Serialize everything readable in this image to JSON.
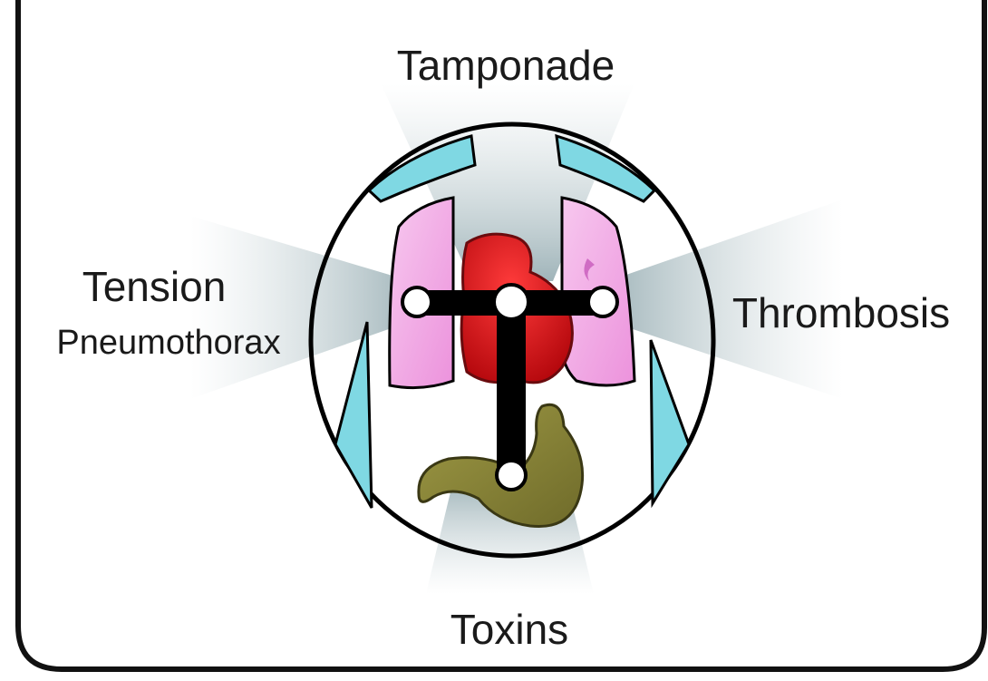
{
  "labels": {
    "top": "Tamponade",
    "left_line1": "Tension",
    "left_line2": "Pneumothorax",
    "right": "Thrombosis",
    "bottom": "Toxins"
  },
  "colors": {
    "frame": "#111111",
    "body_outline": "#000000",
    "beam": "#c9d5d8",
    "rib": "#7fd8e3",
    "lung": "#f2a9e6",
    "lung_dark": "#d06cc4",
    "heart": "#d7141a",
    "heart_dark": "#8c0f14",
    "stomach": "#8e8b3a",
    "stomach_dark": "#5d5a22",
    "node": "#ffffff",
    "connector": "#000000"
  }
}
